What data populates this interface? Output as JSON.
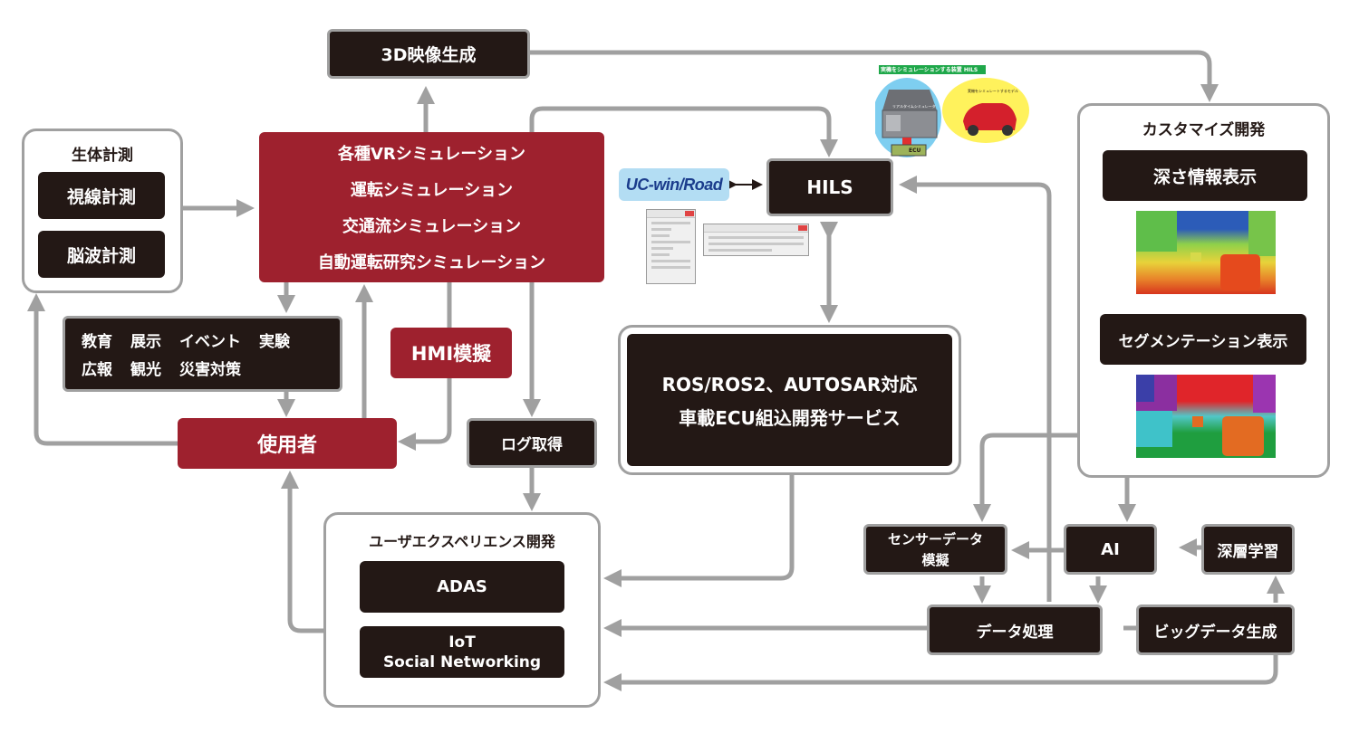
{
  "nodes": {
    "video3d": "3D映像生成",
    "biometrics": {
      "title": "生体計測",
      "items": [
        "視線計測",
        "脳波計測"
      ]
    },
    "vr_simulation": {
      "lines": [
        "各種VRシミュレーション",
        "運転シミュレーション",
        "交通流シミュレーション",
        "自動運転研究シミュレーション"
      ]
    },
    "applications": {
      "row1": [
        "教育",
        "展示",
        "イベント",
        "実験"
      ],
      "row2": [
        "広報",
        "観光",
        "災害対策"
      ]
    },
    "hmi": "HMI模擬",
    "user": "使用者",
    "log": "ログ取得",
    "ux_dev": {
      "title": "ユーザエクスペリエンス開発",
      "items": [
        "ADAS",
        "IoT",
        "Social Networking"
      ]
    },
    "hils": "HILS",
    "ecu_service": {
      "lines": [
        "ROS/ROS2、AUTOSAR対応",
        "車載ECU組込開発サービス"
      ]
    },
    "custom_dev": {
      "title": "カスタマイズ開発",
      "depth": "深さ情報表示",
      "segmentation": "セグメンテーション表示"
    },
    "sensor": {
      "lines": [
        "センサーデータ",
        "模擬"
      ]
    },
    "ai": "AI",
    "deep_learning": "深層学習",
    "data_processing": "データ処理",
    "big_data": "ビッグデータ生成"
  },
  "logo": {
    "text": "UC-win/Road",
    "arrow_icon": "double-arrow-icon"
  },
  "hils_illustration": {
    "banner": "実機をシミュレーションする装置 HILS",
    "simulator_label": "リアルタイムシミュレータ",
    "model_label": "実機をシミュレートするモデル",
    "ecu_label": "ECU"
  },
  "colors": {
    "dark": "#231815",
    "red": "#9e212e",
    "connector": "#a0a0a0",
    "logo_bg": "#b3ddf3",
    "logo_text": "#1b3c8c"
  }
}
